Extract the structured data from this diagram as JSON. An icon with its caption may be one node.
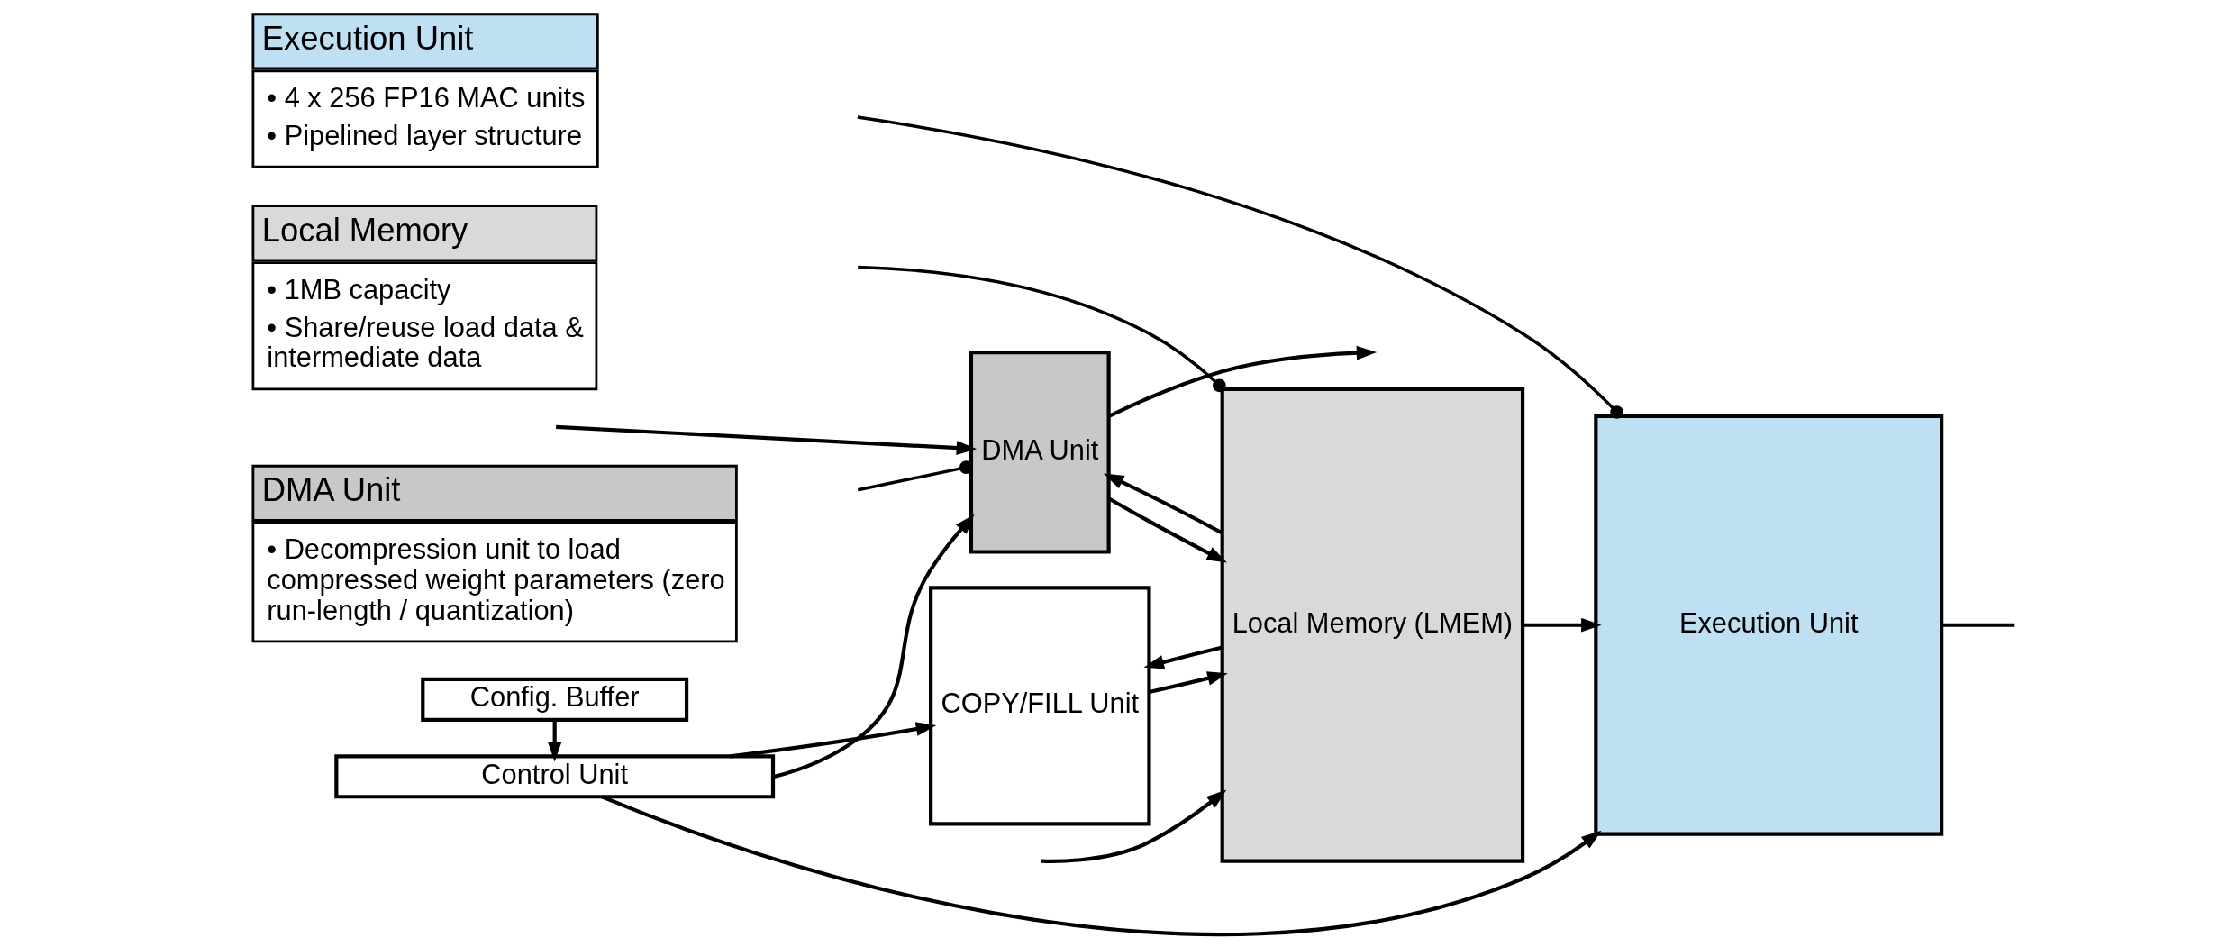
{
  "diagram": {
    "nodes": [
      {
        "text": [
          "Execution Unit",
          "• 4 x 256 FP16 MAC units",
          "• Pipelined layer structure"
        ]
      },
      {
        "text": [
          "Local Memory",
          "• 1MB capacity",
          "• Share/reuse load data & intermediate data"
        ]
      },
      {
        "text": [
          "DMA Unit",
          "• Decompression unit to load compressed weight parameters (zero run-length / quantization)"
        ]
      },
      {
        "text": [
          "DMA Unit"
        ]
      },
      {
        "text": [
          "COPY/FILL Unit"
        ]
      },
      {
        "text": [
          "Local Memory (LMEM)"
        ]
      },
      {
        "text": [
          "Execution Unit"
        ]
      },
      {
        "text": [
          "Control Unit"
        ]
      },
      {
        "text": [
          "Config. Buffer"
        ]
      }
    ],
    "edges": [
      {
        "from": 0,
        "to": 6,
        "arrow": "other"
      },
      {
        "from": 1,
        "to": 5,
        "arrow": "other"
      },
      {
        "from": 2,
        "to": 3,
        "arrow": "other"
      },
      {
        "from": null,
        "to": 3,
        "arrow": "to"
      },
      {
        "from": 3,
        "to": null,
        "arrow": "to"
      },
      {
        "from": 3,
        "to": 5,
        "arrow": "to"
      },
      {
        "from": 5,
        "to": 3,
        "arrow": "to"
      },
      {
        "from": 4,
        "to": 5,
        "arrow": "to"
      },
      {
        "from": 5,
        "to": 4,
        "arrow": "to"
      },
      {
        "from": 5,
        "to": 6,
        "arrow": "to"
      },
      {
        "from": 6,
        "to": null,
        "arrow": "none"
      },
      {
        "from": null,
        "to": 5,
        "arrow": "to"
      },
      {
        "from": 7,
        "to": 6,
        "arrow": "to"
      },
      {
        "from": 7,
        "to": 3,
        "arrow": "to"
      },
      {
        "from": 7,
        "to": 4,
        "arrow": "to"
      },
      {
        "from": 8,
        "to": 7,
        "arrow": "to"
      }
    ]
  }
}
